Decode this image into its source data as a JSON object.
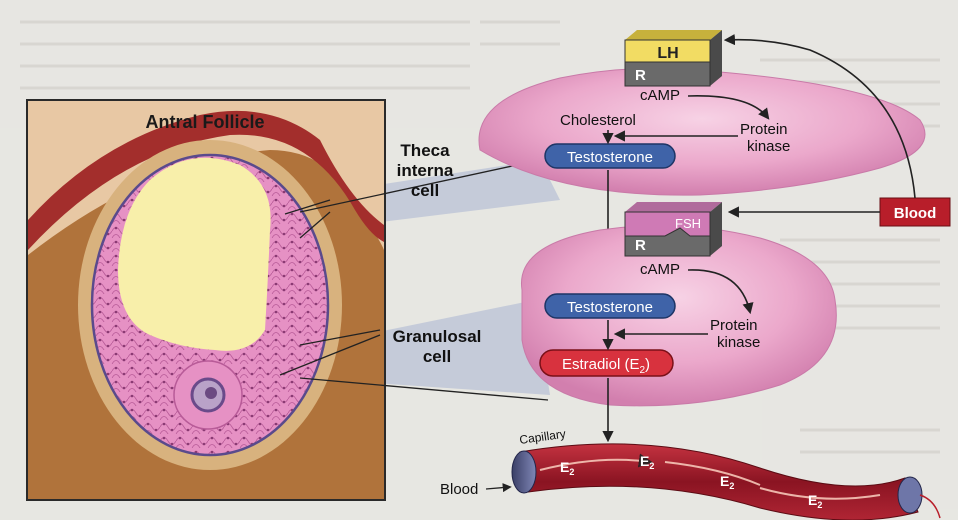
{
  "inset_title": "Antral Follicle",
  "labels": {
    "theca_line1": "Theca",
    "theca_line2": "interna",
    "theca_line3": "cell",
    "granulosa_line1": "Granulosal",
    "granulosa_line2": "cell",
    "capillary": "Capillary",
    "blood_vessel": "Blood"
  },
  "theca_cell": {
    "hormone": "LH",
    "receptor": "R",
    "messenger": "cAMP",
    "precursor": "Cholesterol",
    "enzyme_line1": "Protein",
    "enzyme_line2": "kinase",
    "product": "Testosterone"
  },
  "granulosa_cell": {
    "hormone": "FSH",
    "receptor": "R",
    "messenger": "cAMP",
    "substrate": "Testosterone",
    "enzyme_line1": "Protein",
    "enzyme_line2": "kinase",
    "product_main": "Estradiol (E",
    "product_sub": "2",
    "product_close": ")"
  },
  "blood_source": "Blood",
  "e2_particle": {
    "main": "E",
    "sub": "2"
  },
  "colors": {
    "cell_pink": "#e59ac4",
    "testosterone_blue": "#3f63a8",
    "estradiol_red": "#d8323e",
    "blood_box": "#b81e2a",
    "lh_yellow": "#f2dc63",
    "fsh_pink": "#cf7ab5",
    "receptor_gray": "#6a6a6a",
    "vessel_red": "#9c1f2b"
  }
}
